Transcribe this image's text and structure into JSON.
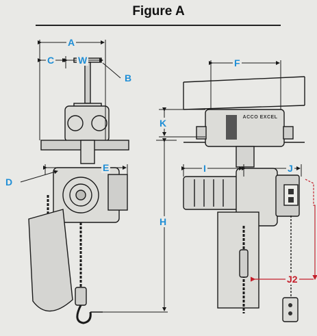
{
  "figure": {
    "title": "Figure A"
  },
  "brand": {
    "label": "ACCO EXCEL"
  },
  "colors": {
    "label_blue": "#1f8ed6",
    "label_red": "#c41e2a",
    "line": "#1a1a1a"
  },
  "labels": {
    "A": "A",
    "C": "C",
    "W": "W",
    "B": "B",
    "D": "D",
    "E": "E",
    "H": "H",
    "F": "F",
    "K": "K",
    "I": "I",
    "J": "J",
    "J2": "J2"
  }
}
